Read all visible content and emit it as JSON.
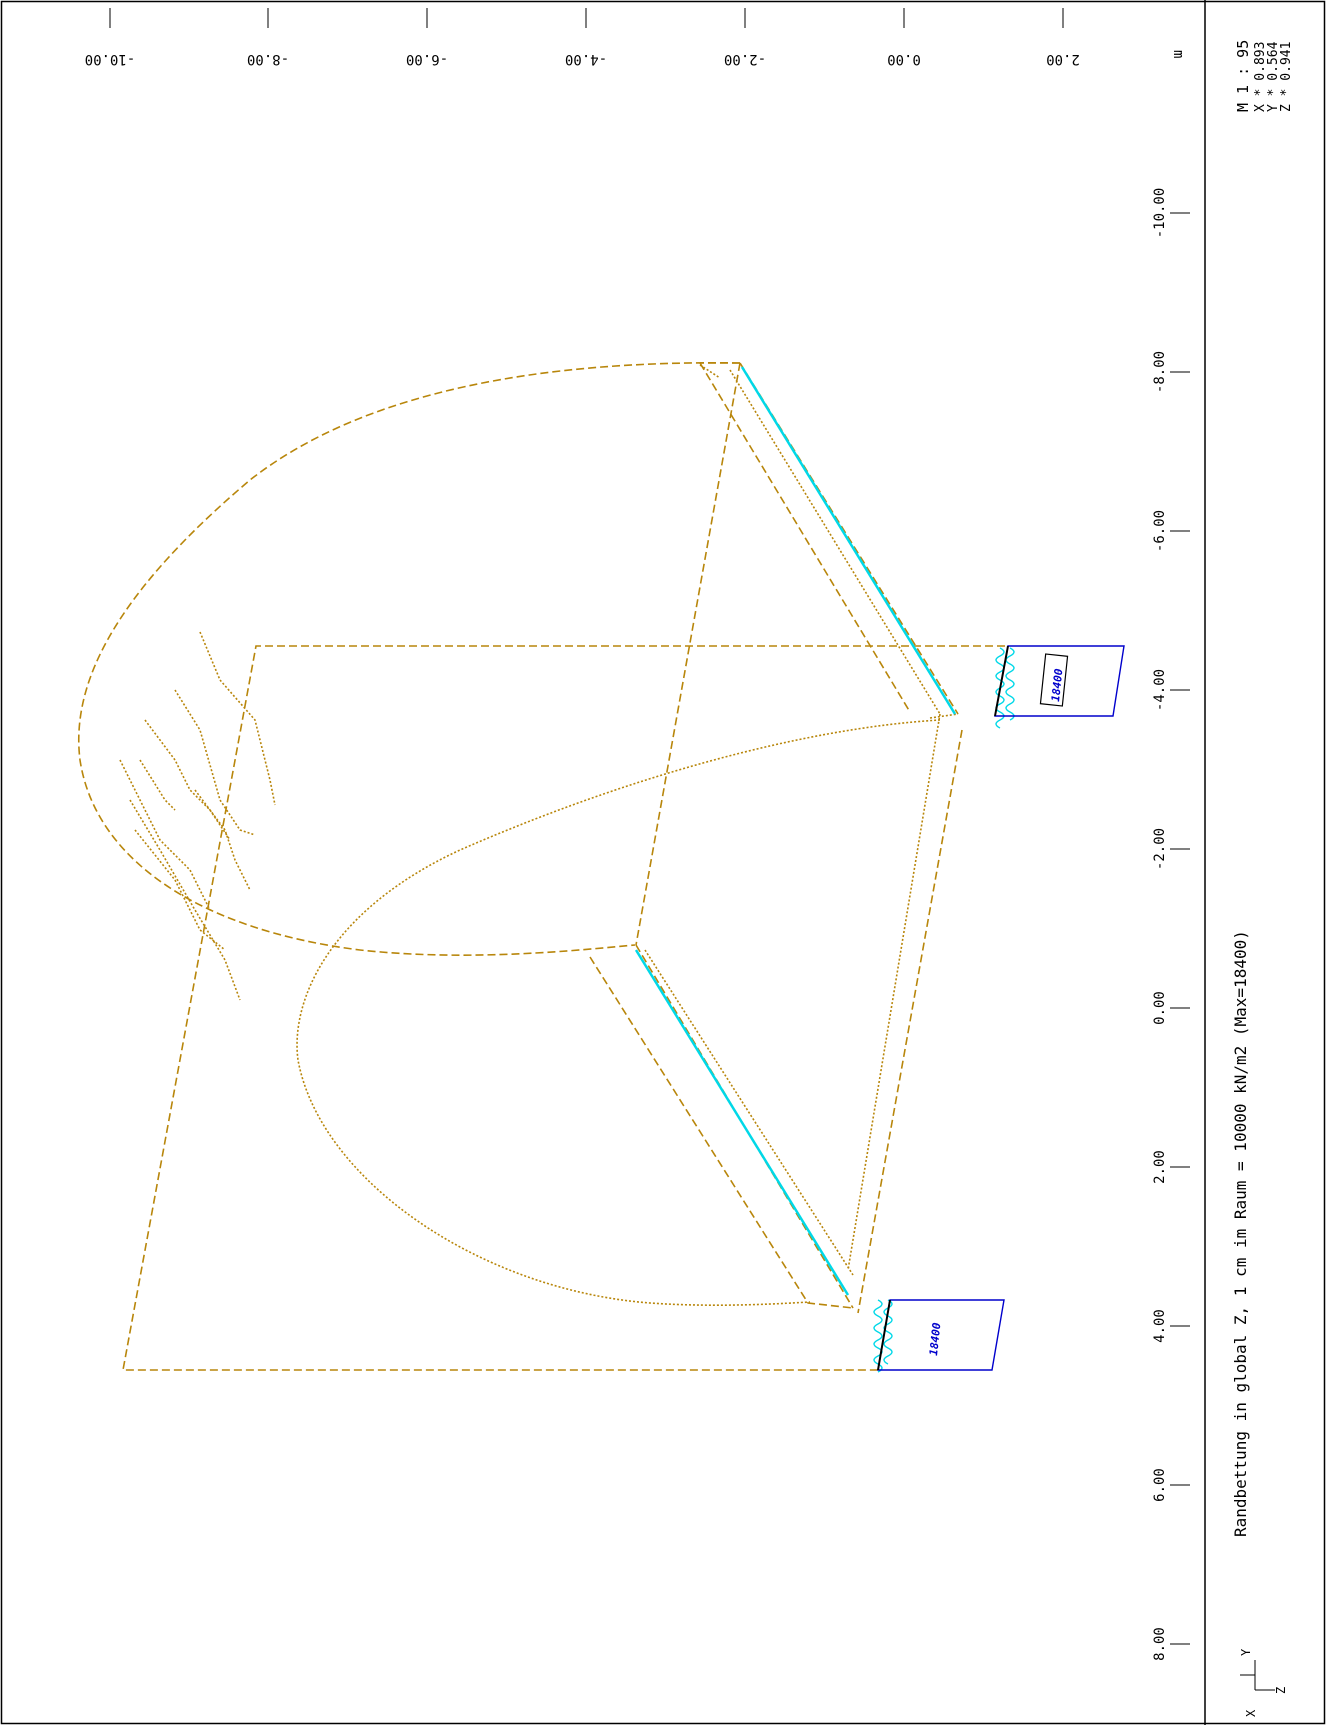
{
  "drawing": {
    "caption": "Randbettung in global Z, 1 cm im Raum =  10000 kN/m2 (Max=18400)",
    "scale": "M 1 : 95",
    "factors": [
      "X * 0.893",
      "Y * 0.564",
      "Z * 0.941"
    ],
    "unit": "m",
    "top_axis_labels": [
      "-10.00",
      "-8.00",
      "-6.00",
      "-4.00",
      "-2.00",
      "0.00",
      "2.00"
    ],
    "right_axis_labels": [
      "-10.00",
      "-8.00",
      "-6.00",
      "-4.00",
      "-2.00",
      "0.00",
      "2.00",
      "4.00",
      "6.00",
      "8.00"
    ],
    "bedding_values": [
      "18400",
      "18400"
    ],
    "axis_triad": {
      "x": "X",
      "y": "Y",
      "z": "Z"
    },
    "colors": {
      "frame": "#000000",
      "structure": "#b8860b",
      "spring": "#00d8e8",
      "bedding_outline": "#0000cc",
      "bedding_text": "#0000cc"
    }
  }
}
